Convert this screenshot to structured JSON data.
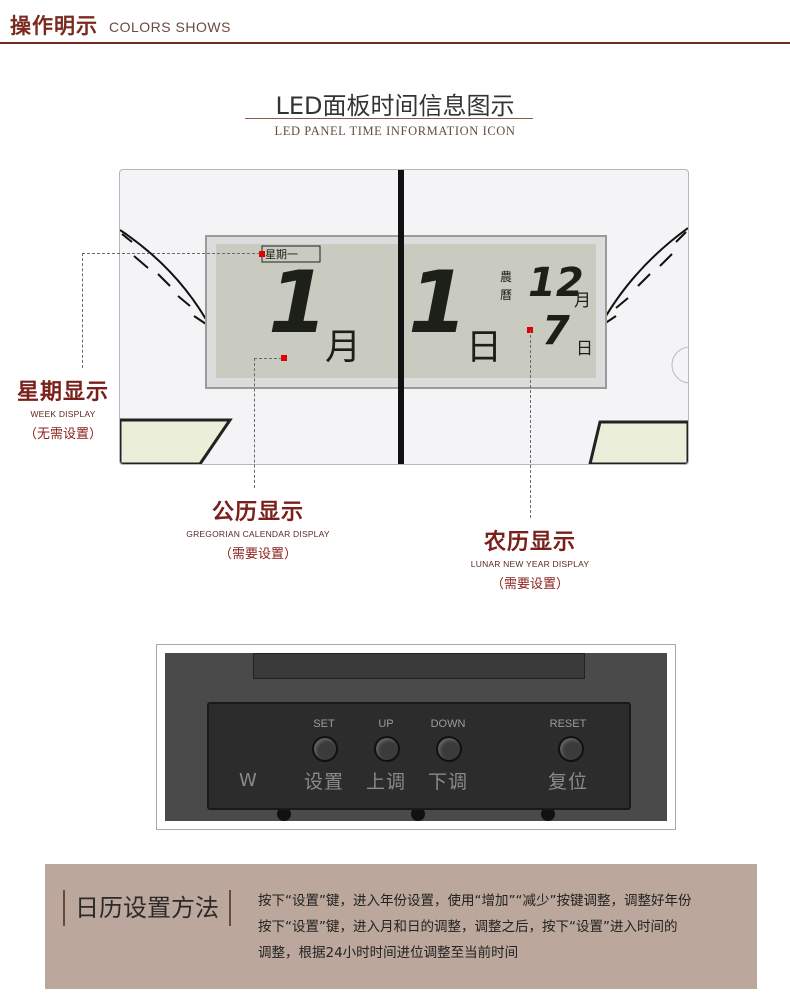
{
  "header": {
    "title_cn": "操作明示",
    "title_en": "COLORS SHOWS"
  },
  "section": {
    "title": "LED面板时间信息图示",
    "subtitle": "LED PANEL TIME INFORMATION ICON"
  },
  "lcd": {
    "weekday": "星期一",
    "month_num": "1",
    "month_unit": "月",
    "day_num": "1",
    "day_unit": "日",
    "lunar_tag_1": "農",
    "lunar_tag_2": "曆",
    "lunar_month": "12",
    "lunar_month_unit": "月",
    "lunar_day": "7",
    "lunar_day_unit": "日"
  },
  "labels": {
    "week": {
      "cn": "星期显示",
      "en": "WEEK DISPLAY",
      "note": "（无需设置）"
    },
    "gregorian": {
      "cn": "公历显示",
      "en": "GREGORIAN CALENDAR DISPLAY",
      "note": "（需要设置）"
    },
    "lunar": {
      "cn": "农历显示",
      "en": "LUNAR NEW YEAR DISPLAY",
      "note": "（需要设置）"
    }
  },
  "panel": {
    "side_letter": "W",
    "buttons": [
      {
        "top": "SET",
        "cn": "设置"
      },
      {
        "top": "UP",
        "cn": "上调"
      },
      {
        "top": "DOWN",
        "cn": "下调"
      },
      {
        "top": "RESET",
        "cn": "复位"
      }
    ]
  },
  "howto": {
    "title": "日历设置方法",
    "lines": [
      "按下“设置”键，进入年份设置，使用“增加”“减少”按键调整，调整好年份",
      "按下“设置”键，进入月和日的调整，调整之后，按下“设置”进入时间的",
      "调整，根据24小时时间进位调整至当前时间"
    ]
  },
  "colors": {
    "brand": "#7a1f1a",
    "accent_marker": "#e00000",
    "lcd_bg": "#c9cbc0",
    "howto_bg": "#bba79b"
  }
}
